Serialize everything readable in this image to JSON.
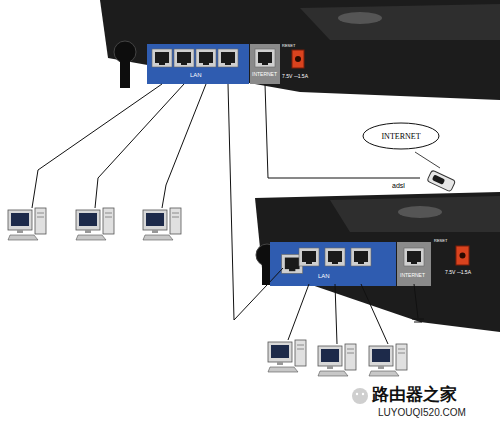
{
  "diagram": {
    "nodes": [
      {
        "text": [
          "INTERNET"
        ]
      }
    ],
    "edges": [],
    "labels": [
      "LAN",
      "INTERNET",
      "RESET",
      "7.5V ⎓1.5A",
      "adsl",
      "LAN",
      "INTERNET",
      "RESET",
      "7.5V ⎓1.5A",
      "路由器之家",
      "LUYOUQI520.COM"
    ]
  }
}
